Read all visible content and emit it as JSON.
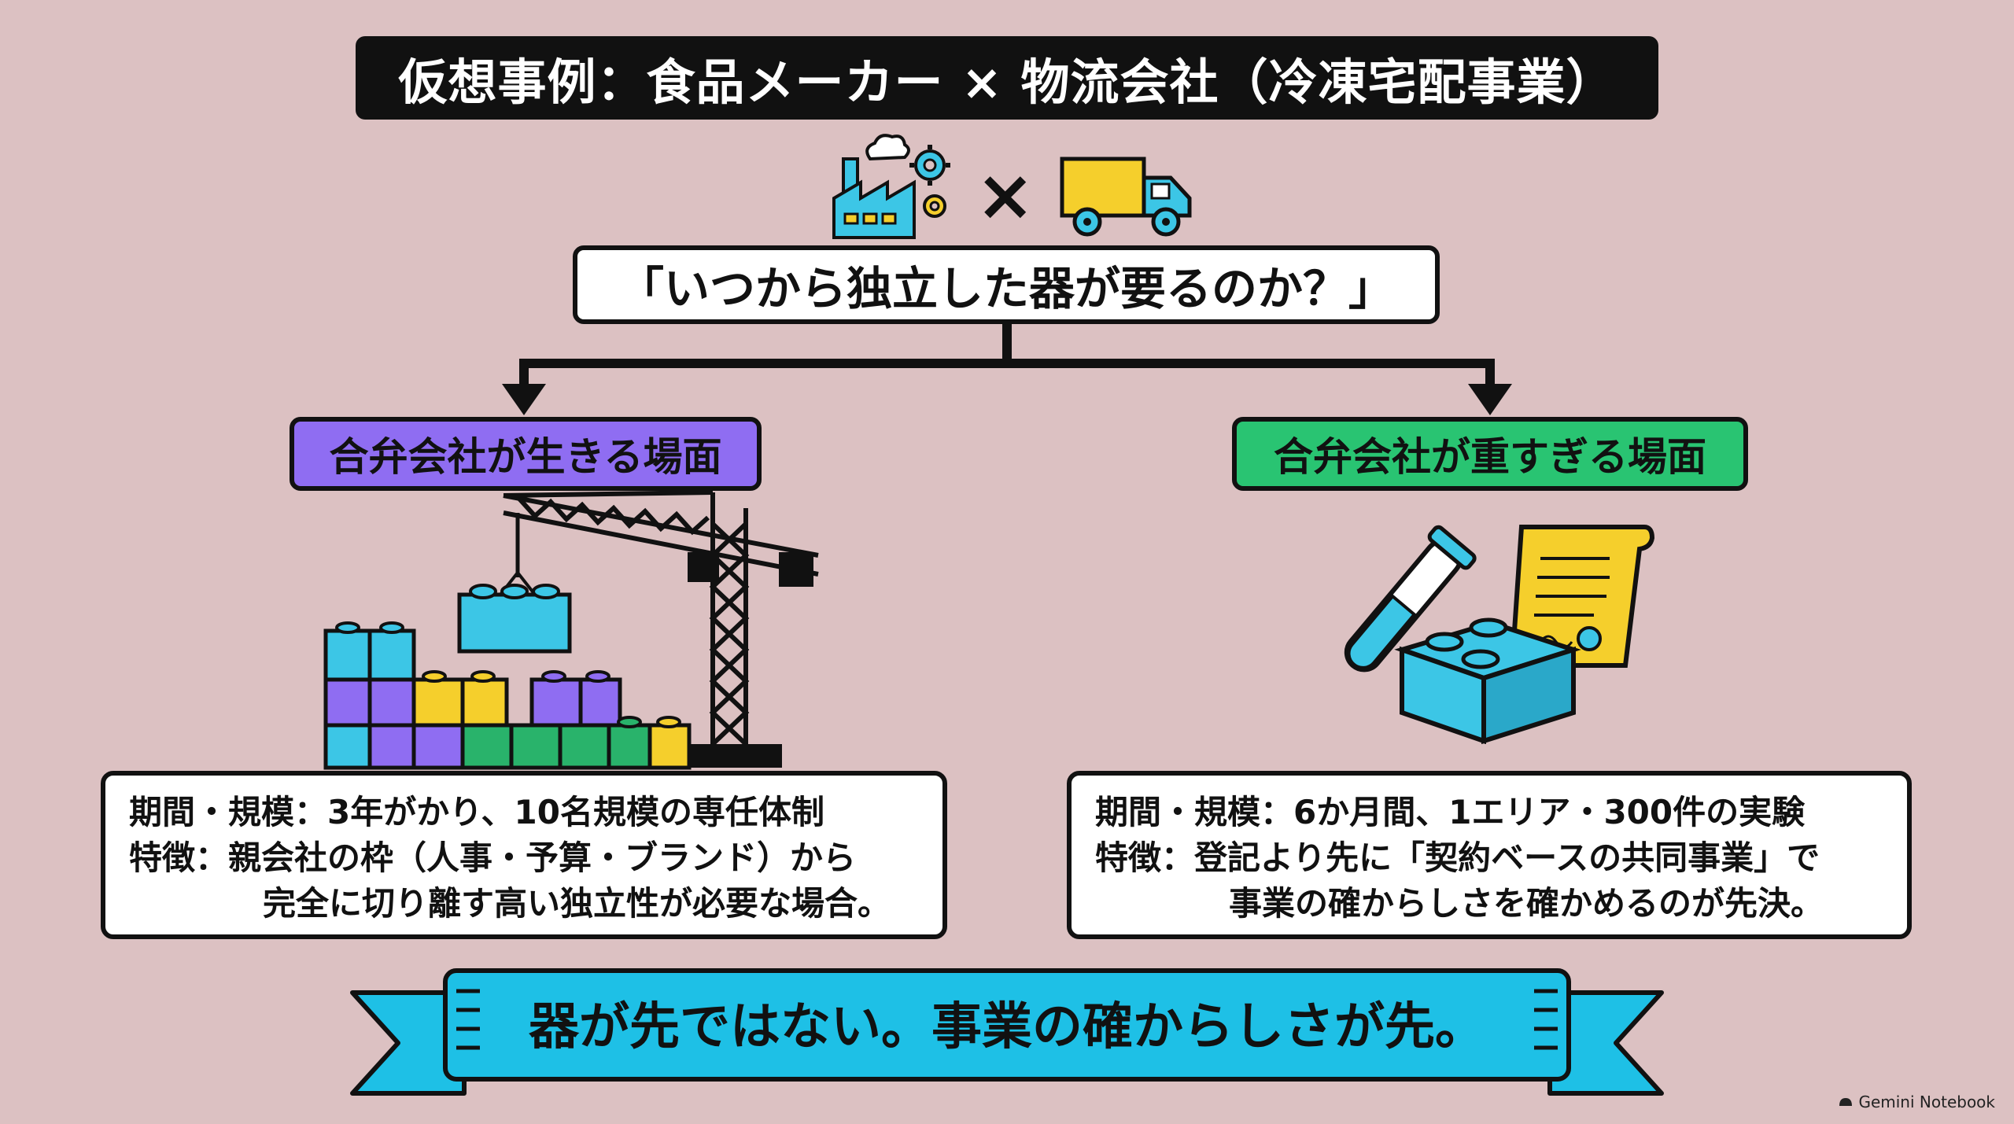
{
  "title": "仮想事例：食品メーカー × 物流会社（冷凍宅配事業）",
  "header_icons": {
    "left": "factory-icon",
    "operator": "×",
    "right": "truck-icon"
  },
  "question": "「いつから独立した器が要るのか？」",
  "left": {
    "tag": "合弁会社が生きる場面",
    "illustration": "crane-building-blocks",
    "period_label": "期間・規模：",
    "period_text": "3年がかり、10名規模の専任体制",
    "feature_label": "特徴：",
    "feature_line1": "親会社の枠（人事・予算・ブランド）から",
    "feature_line2": "完全に切り離す高い独立性が必要な場合。"
  },
  "right": {
    "tag": "合弁会社が重すぎる場面",
    "illustration": "test-tube-block-contract",
    "period_label": "期間・規模：",
    "period_text": "6か月間、1エリア・300件の実験",
    "feature_label": "特徴：",
    "feature_line1": "登記より先に「契約ベースの共同事業」で",
    "feature_line2": "事業の確からしさを確かめるのが先決。"
  },
  "banner": "器が先ではない。事業の確からしさが先。",
  "watermark": "Gemini Notebook",
  "colors": {
    "background": "#dcc1c2",
    "left_tag": "#8f6df2",
    "right_tag": "#29c472",
    "banner": "#1ec0e6",
    "cyan": "#3cc6e6",
    "yellow": "#f5cf2c",
    "purple": "#8f6df2",
    "green": "#29b36b"
  }
}
